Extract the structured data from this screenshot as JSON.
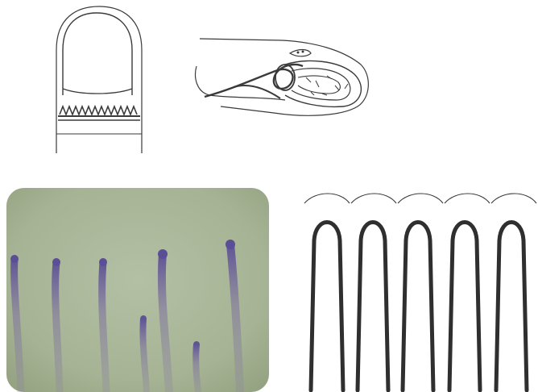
{
  "figure": {
    "panels": [
      {
        "id": "nail-fold-schematic",
        "kind": "line-drawing"
      },
      {
        "id": "capillary-loop-detail",
        "kind": "line-drawing"
      },
      {
        "id": "capillaroscopy-photo",
        "kind": "photograph",
        "visible_capillary_count": 7
      },
      {
        "id": "capillary-row-schematic",
        "kind": "line-drawing",
        "loop_count": 5
      }
    ],
    "colors": {
      "ink": "#3a3a3a",
      "photo_background": "#a9b69a",
      "photo_capillary": "#6a5c9a",
      "capillary_ink": "#2f2f2f"
    }
  }
}
